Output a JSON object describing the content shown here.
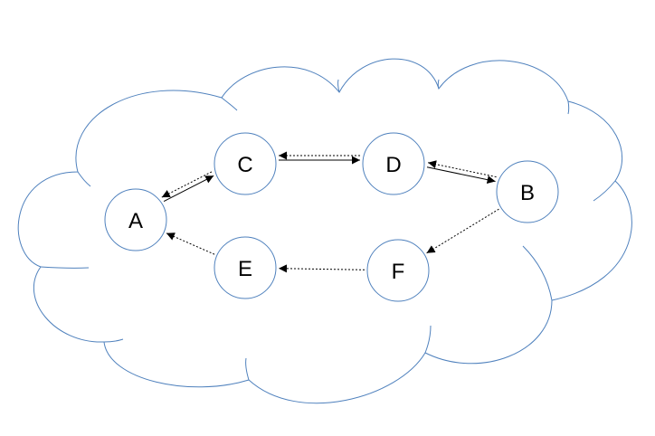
{
  "diagram": {
    "background": "#ffffff",
    "cloud_color": "#4f81bd",
    "node_stroke": "#4f81bd",
    "arrow_color": "#000000",
    "nodes": [
      {
        "id": "A",
        "label": "A"
      },
      {
        "id": "C",
        "label": "C"
      },
      {
        "id": "D",
        "label": "D"
      },
      {
        "id": "B",
        "label": "B"
      },
      {
        "id": "E",
        "label": "E"
      },
      {
        "id": "F",
        "label": "F"
      }
    ],
    "edges": [
      {
        "from": "A",
        "to": "C",
        "style": "solid"
      },
      {
        "from": "C",
        "to": "D",
        "style": "solid"
      },
      {
        "from": "D",
        "to": "B",
        "style": "solid"
      },
      {
        "from": "D",
        "to": "C",
        "style": "dotted"
      },
      {
        "from": "C",
        "to": "A",
        "style": "dotted"
      },
      {
        "from": "B",
        "to": "D",
        "style": "dotted"
      },
      {
        "from": "B",
        "to": "F",
        "style": "dotted"
      },
      {
        "from": "F",
        "to": "E",
        "style": "dotted"
      },
      {
        "from": "E",
        "to": "A",
        "style": "dotted"
      }
    ]
  }
}
